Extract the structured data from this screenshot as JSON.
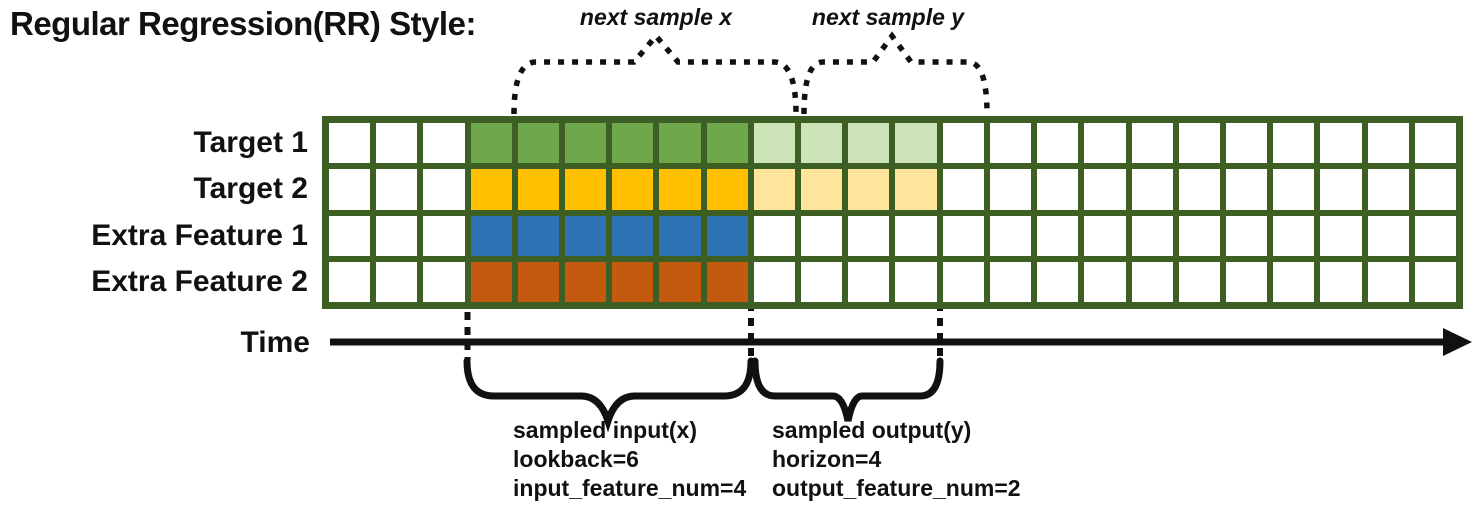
{
  "title": "Regular Regression(RR) Style:",
  "top_annotations": {
    "next_sample_x": "next sample x",
    "next_sample_y": "next sample y"
  },
  "time_axis": {
    "label": "Time"
  },
  "bottom_annotations": {
    "input": [
      "sampled input(x)",
      "lookback=6",
      "input_feature_num=4"
    ],
    "output": [
      "sampled output(y)",
      "horizon=4",
      "output_feature_num=2"
    ]
  },
  "chart_data": {
    "type": "heatmap",
    "kind": "time-series-sampling-diagram",
    "columns": 24,
    "lead_empty_columns": 3,
    "lookback": 6,
    "horizon": 4,
    "input_feature_num": 4,
    "output_feature_num": 2,
    "rows": [
      {
        "label": "Target 1",
        "is_target": true,
        "input_color": "#6fa84c",
        "output_color": "#cde3ba"
      },
      {
        "label": "Target 2",
        "is_target": true,
        "input_color": "#ffc000",
        "output_color": "#ffe59b"
      },
      {
        "label": "Extra Feature 1",
        "is_target": false,
        "input_color": "#2e74b5",
        "output_color": null
      },
      {
        "label": "Extra Feature 2",
        "is_target": false,
        "input_color": "#c45a10",
        "output_color": null
      }
    ],
    "grid_line_color": "#3e5f23",
    "empty_cell_color": "#ffffff",
    "annotation_color": "#111111",
    "legend": "Dotted braces mark the next sample x/y windows (shifted one step right); solid braces mark the current sampled input and output windows along the time axis."
  }
}
